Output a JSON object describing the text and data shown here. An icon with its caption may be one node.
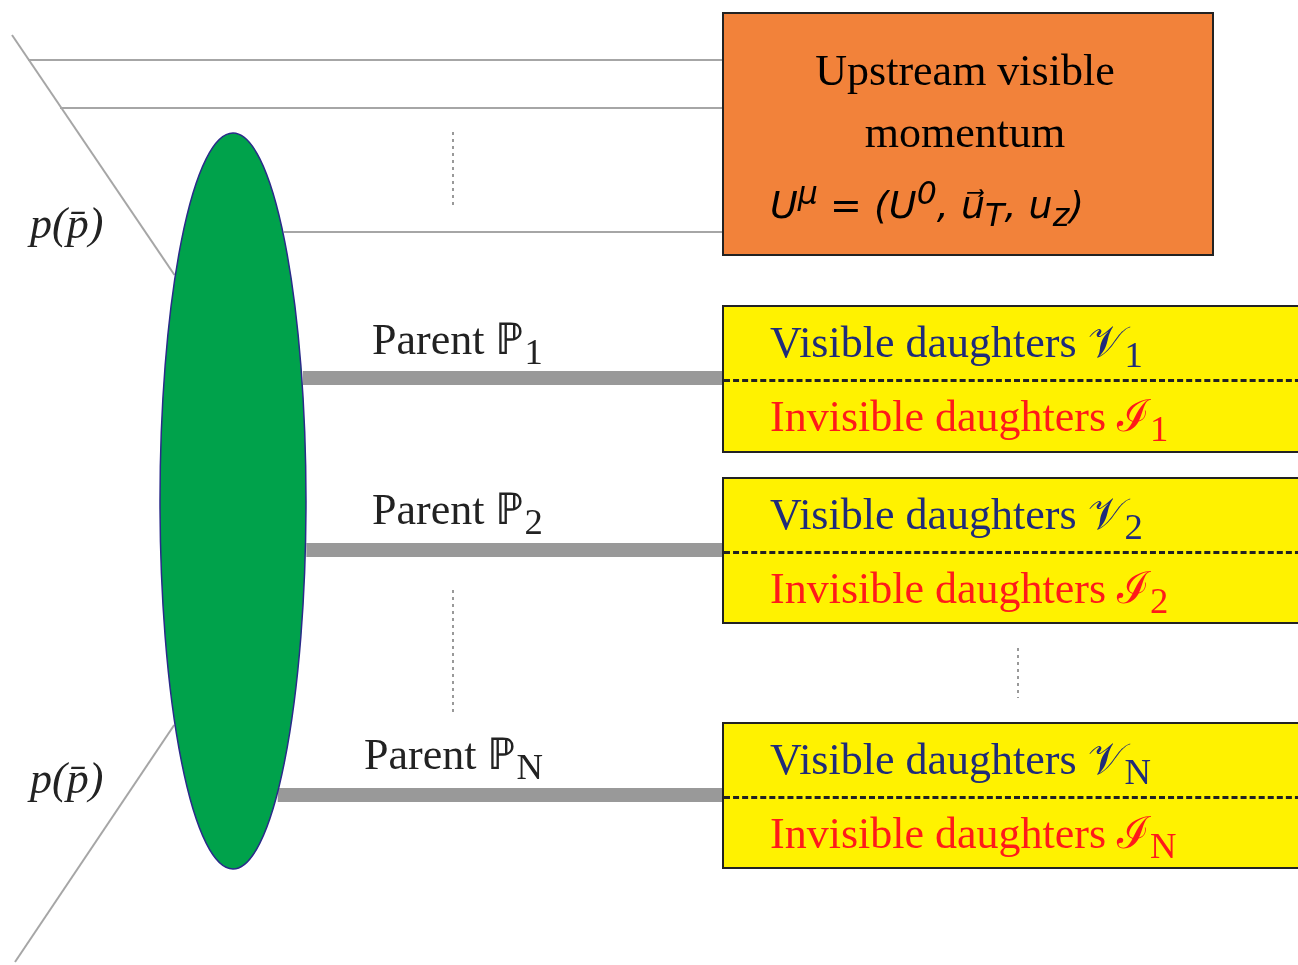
{
  "diagram": {
    "nodes": [
      {
        "text": [],
        "shape": "ellipse"
      },
      {
        "text": [
          "Upstream visible momentum",
          "U$^{μ}$ = (U$^{0}$, u⃗$_{T}$, u$_{z}$)"
        ]
      },
      {
        "text": [
          "Visible daughters 𝒱$_{1}$",
          "Invisible daughters ℐ$_{1}$"
        ]
      },
      {
        "text": [
          "Visible daughters 𝒱$_{2}$",
          "Invisible daughters ℐ$_{2}$"
        ]
      },
      {
        "text": [
          "Visible daughters 𝒱$_{N}$",
          "Invisible daughters ℐ$_{N}$"
        ]
      }
    ],
    "edges": [
      {
        "from": null,
        "to": 0,
        "arrow": "none",
        "label": "p(p̄)"
      },
      {
        "from": null,
        "to": 0,
        "arrow": "none",
        "label": "p(p̄)"
      },
      {
        "from": null,
        "to": 1,
        "arrow": "none"
      },
      {
        "from": null,
        "to": 1,
        "arrow": "none"
      },
      {
        "from": 0,
        "to": 1,
        "arrow": "none"
      },
      {
        "from": 0,
        "to": 2,
        "arrow": "none",
        "label": "Parent ℙ$_{1}$",
        "style": "thick"
      },
      {
        "from": 0,
        "to": 3,
        "arrow": "none",
        "label": "Parent ℙ$_{2}$",
        "style": "thick"
      },
      {
        "from": 0,
        "to": 4,
        "arrow": "none",
        "label": "Parent ℙ$_{N}$",
        "style": "thick"
      }
    ]
  }
}
